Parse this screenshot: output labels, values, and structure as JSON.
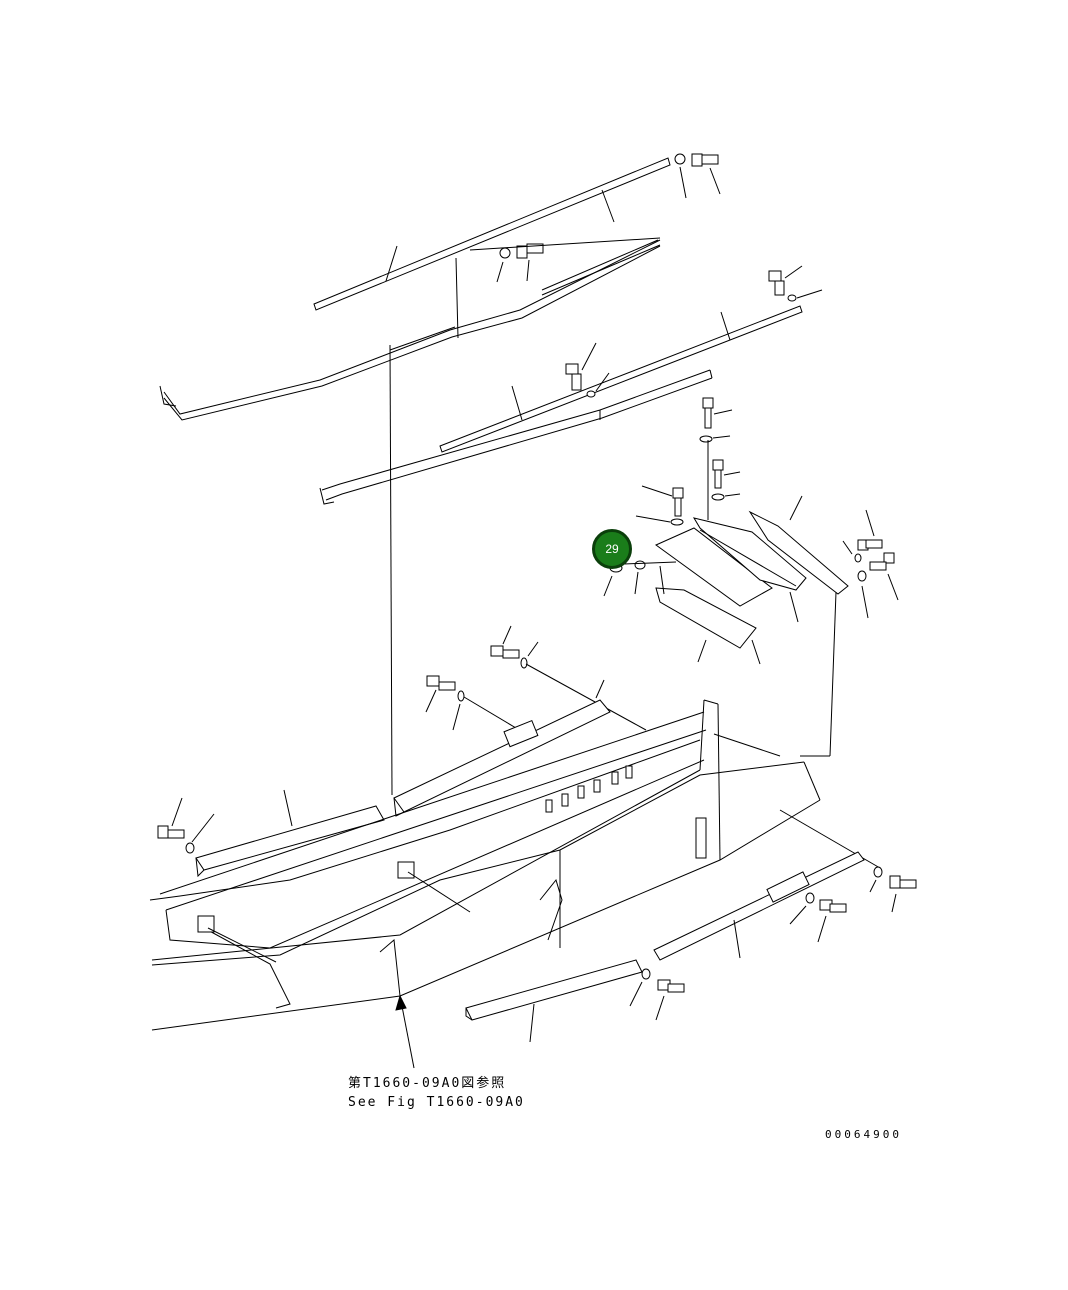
{
  "diagram": {
    "reference_note_ja": "第T1660-09A0図参照",
    "reference_note_en": "See Fig T1660-09A0",
    "drawing_number": "00064900",
    "callout_label": "29",
    "callout_color": "#1a7d1a"
  }
}
